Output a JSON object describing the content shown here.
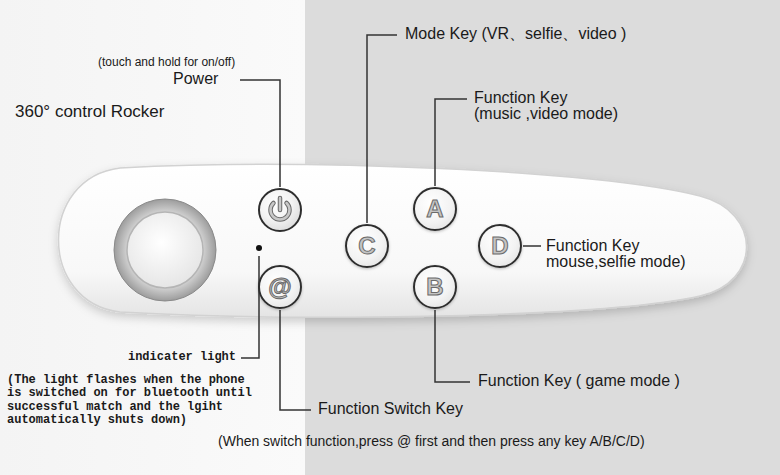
{
  "diagram": {
    "nodes": [
      {
        "text": [
          "A"
        ]
      },
      {
        "text": [
          "C"
        ]
      },
      {
        "text": [
          "D"
        ]
      },
      {
        "text": [
          "@"
        ]
      },
      {
        "text": [
          "B"
        ]
      }
    ],
    "labels": [
      "Mode Key (VR、selfie、video )",
      "(touch and hold for on/off)",
      "Power",
      "360° control Rocker",
      "Function Key (music ,video mode)",
      "Function Key mouse,selfie mode)",
      "indicater light",
      "(The light flashes when the phone is switched on for bluetooth until successful match and the lgiht automatically shuts down)",
      "Function Key ( game mode )",
      "Function Switch Key",
      "(When switch function,press @ first and then press any key A/B/C/D)"
    ]
  }
}
